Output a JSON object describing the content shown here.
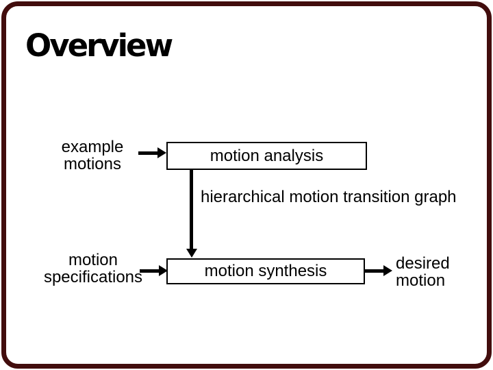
{
  "slide": {
    "title": "Overview",
    "background_color": "#ffffff",
    "border_color": "#420d0d",
    "text_color": "#000000"
  },
  "diagram": {
    "labels": {
      "example_motions": "example\nmotions",
      "hierarchical": "hierarchical motion transition graph",
      "motion_specifications": "motion\nspecifications",
      "desired_motion": "desired\nmotion"
    },
    "boxes": {
      "motion_analysis": "motion analysis",
      "motion_synthesis": "motion synthesis"
    },
    "arrow_color": "#000000",
    "box_fill": "#ffffff",
    "box_border_color": "#000000"
  }
}
